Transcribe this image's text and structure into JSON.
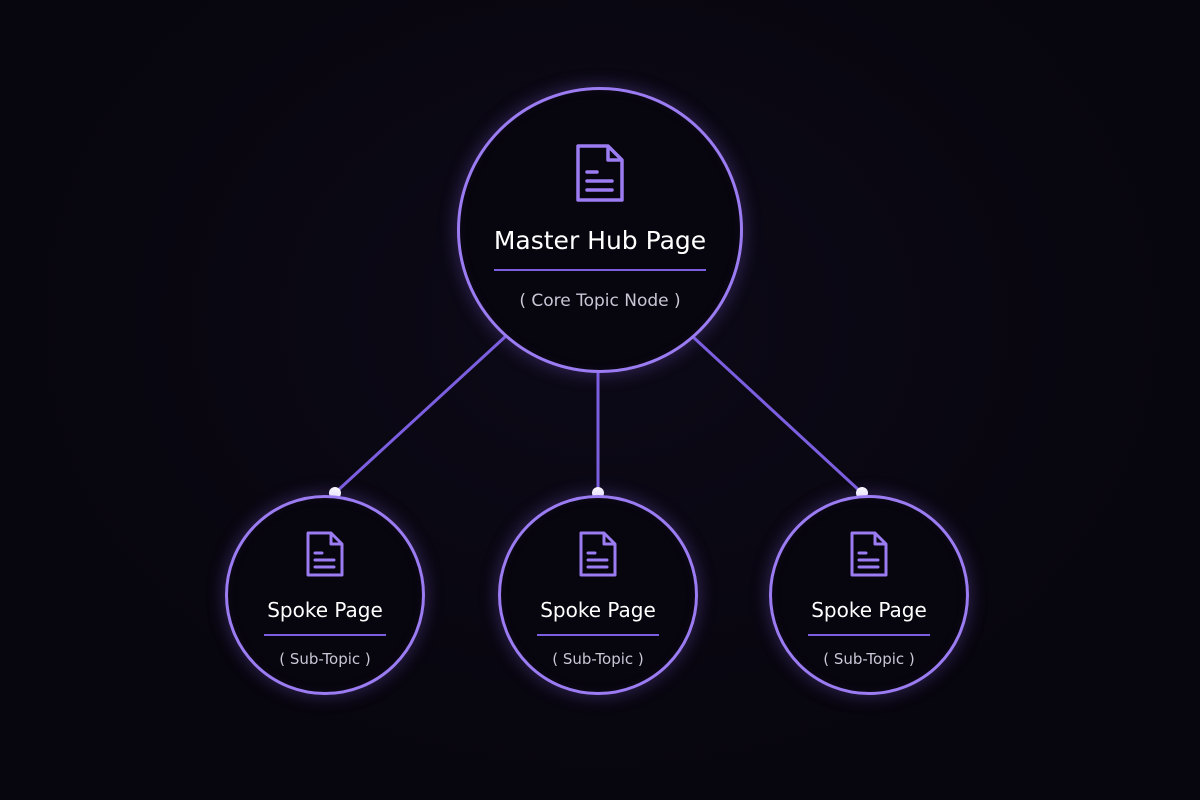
{
  "hub": {
    "title": "Master Hub Page",
    "subtitle": "( Core Topic Node )",
    "icon": "document-icon"
  },
  "spokes": [
    {
      "title": "Spoke Page",
      "subtitle": "( Sub-Topic )",
      "icon": "document-icon"
    },
    {
      "title": "Spoke Page",
      "subtitle": "( Sub-Topic )",
      "icon": "document-icon"
    },
    {
      "title": "Spoke Page",
      "subtitle": "( Sub-Topic )",
      "icon": "document-icon"
    }
  ],
  "colors": {
    "background": "#07050d",
    "accent": "#9b7cf2",
    "line": "#7c5fe0",
    "text": "#ffffff",
    "subtext": "#c9c6d6"
  }
}
